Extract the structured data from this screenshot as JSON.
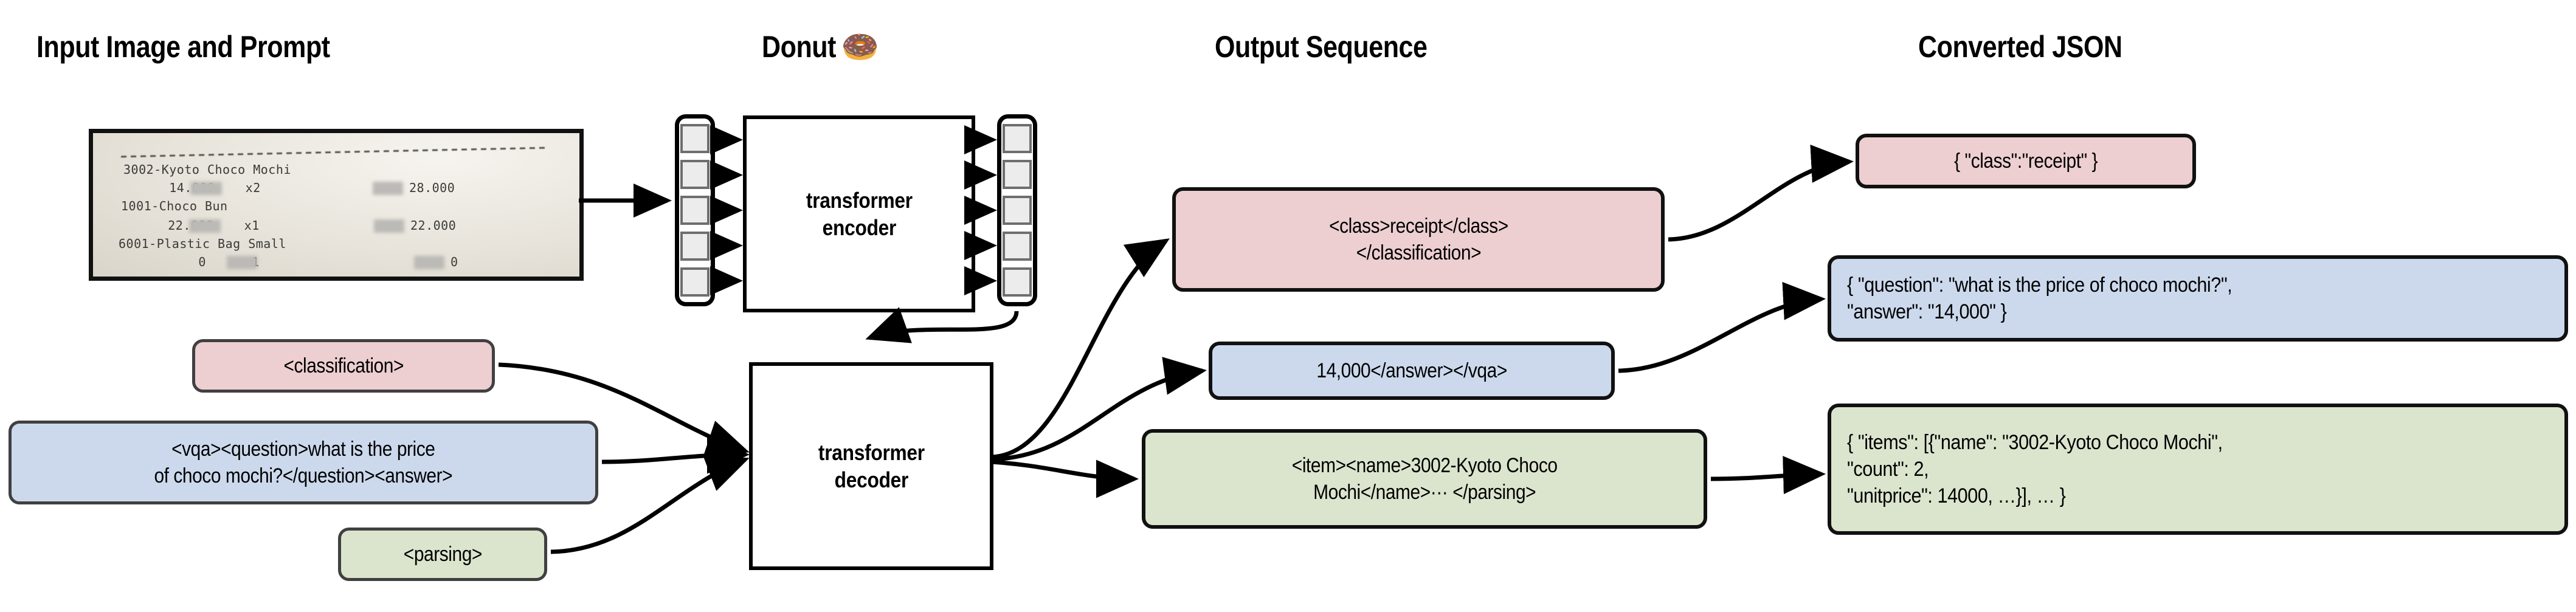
{
  "headers": {
    "input": "Input Image and Prompt",
    "model": "Donut",
    "model_emoji": "🍩",
    "output": "Output Sequence",
    "json": "Converted JSON"
  },
  "receipt": {
    "lines": [
      "3002-Kyoto Choco Mochi",
      "      14.000    x2",
      "1001-Choco Bun",
      "      22.000    x1",
      "6001-Plastic Bag Small",
      "          0     x1"
    ],
    "right_column": [
      "28.000",
      "22.000",
      "0"
    ]
  },
  "model": {
    "encoder_label": "transformer\nencoder",
    "decoder_label": "transformer\ndecoder",
    "encoder_input_tokens": 5,
    "encoder_output_tokens": 5
  },
  "prompts": [
    {
      "text": "<classification>",
      "color": "#edcfd1",
      "name": "classification"
    },
    {
      "text": "<vqa><question>what is the price\nof choco mochi?</question><answer>",
      "color": "#ccd9ed",
      "name": "vqa"
    },
    {
      "text": "<parsing>",
      "color": "#dbe5ce",
      "name": "parsing"
    }
  ],
  "outputs": [
    {
      "text": "<class>receipt</class>\n</classification>",
      "color": "#edcfd1",
      "name": "classification-output"
    },
    {
      "text": "14,000</answer></vqa>",
      "color": "#ccd9ed",
      "name": "vqa-output"
    },
    {
      "text": "<item><name>3002-Kyoto Choco\nMochi</name>···  </parsing>",
      "color": "#dbe5ce",
      "name": "parsing-output"
    }
  ],
  "json_results": [
    {
      "text": "{ \"class\":\"receipt\" }",
      "color": "#edcfd1",
      "name": "classification-json"
    },
    {
      "text": "{ \"question\": \"what is the price of choco mochi?\",\n    \"answer\": \"14,000\" }",
      "color": "#ccd9ed",
      "name": "vqa-json"
    },
    {
      "text": "{ \"items\": [{\"name\": \"3002-Kyoto Choco Mochi\",\n      \"count\": 2,\n      \"unitprice\": 14000, …}], … }",
      "color": "#dbe5ce",
      "name": "parsing-json"
    }
  ],
  "colors": {
    "pink": "#edcfd1",
    "blue": "#ccd9ed",
    "green": "#dbe5ce",
    "stroke": "#000000",
    "token_fill": "#ececec",
    "token_border": "#6e6e6e"
  }
}
